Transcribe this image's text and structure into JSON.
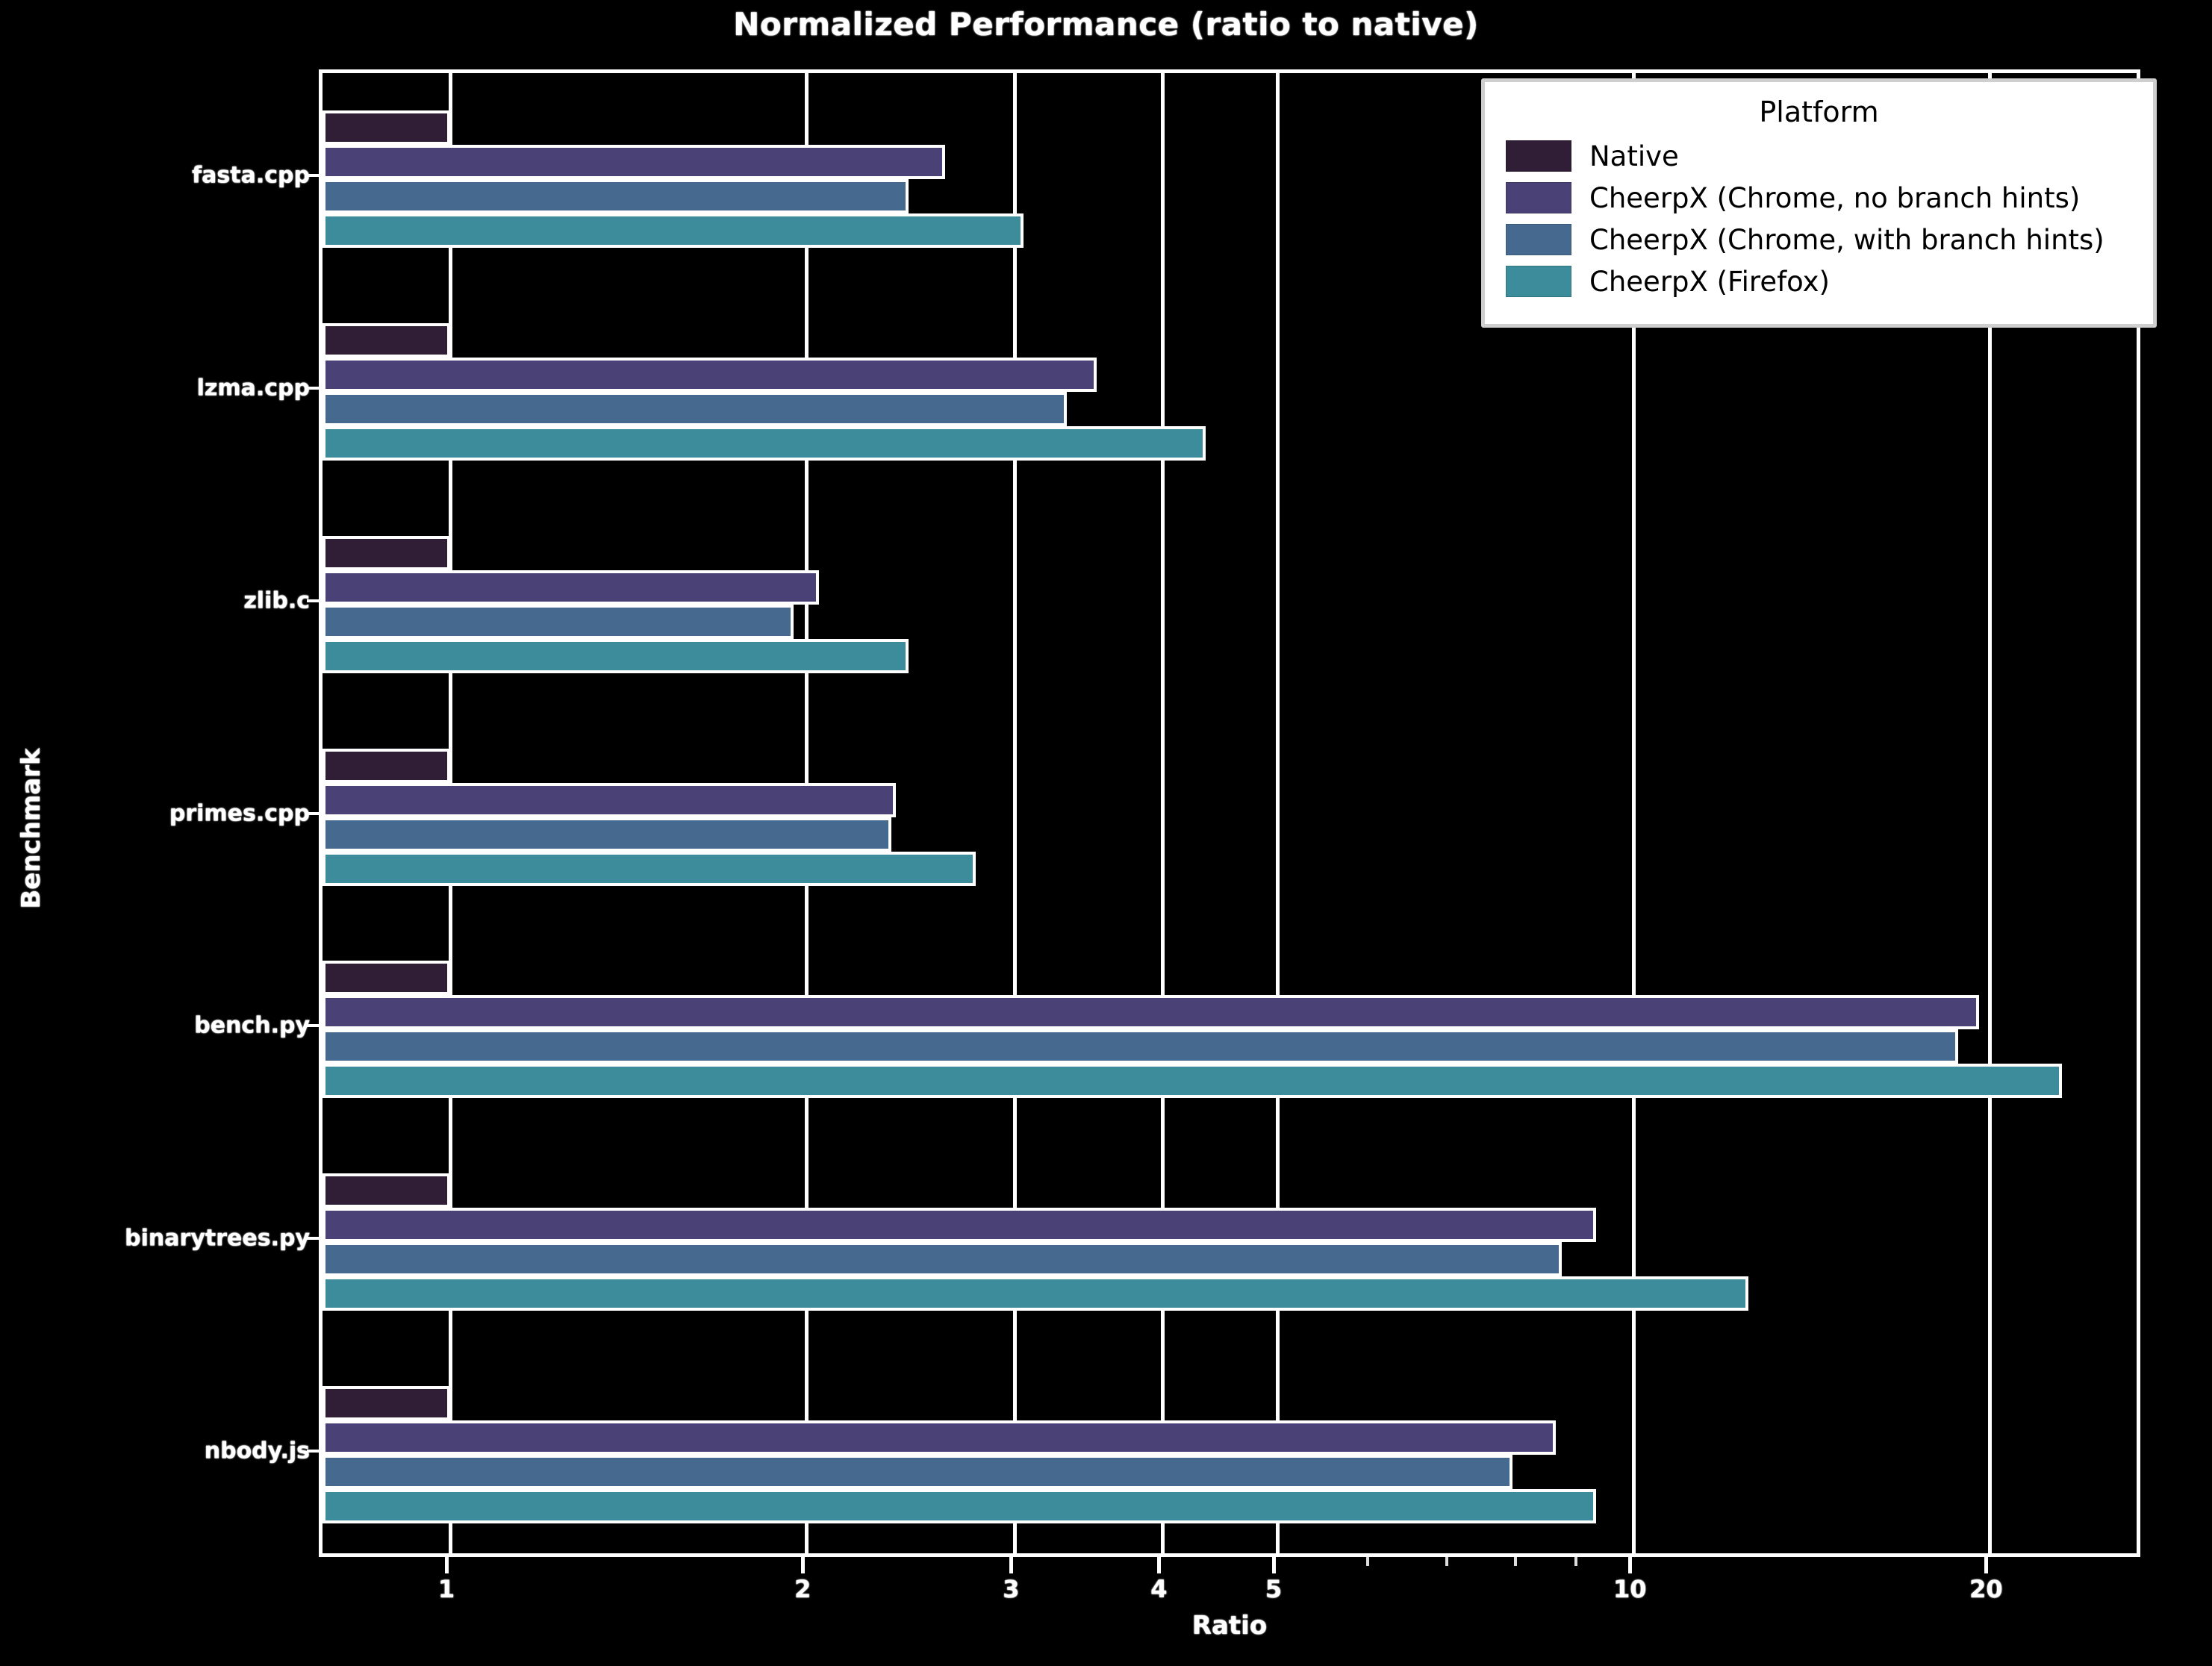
{
  "chart_data": {
    "type": "bar",
    "orientation": "horizontal",
    "title": "Normalized Performance (ratio to native)",
    "xlabel": "Ratio",
    "ylabel": "Benchmark",
    "xscale": "log",
    "xlim": [
      0.78,
      27.0
    ],
    "grid": true,
    "xticks": [
      1,
      2,
      3,
      4,
      5,
      10,
      20
    ],
    "xticklabels": [
      "1",
      "2",
      "3",
      "4",
      "5",
      "10",
      "20"
    ],
    "legend_position": "upper right",
    "legend_title": "Platform",
    "categories": [
      "fasta.cpp",
      "lzma.cpp",
      "zlib.c",
      "primes.cpp",
      "bench.py",
      "binarytrees.py",
      "nbody.js"
    ],
    "series": [
      {
        "name": "Native",
        "color": "#2f1e35",
        "values": [
          1.0,
          1.0,
          1.0,
          1.0,
          1.0,
          1.0,
          1.0
        ]
      },
      {
        "name": "CheerpX (Chrome, no branch hints)",
        "color": "#4a4276",
        "values": [
          2.62,
          3.52,
          2.05,
          2.38,
          19.6,
          9.3,
          8.6
        ]
      },
      {
        "name": "CheerpX (Chrome, with branch hints)",
        "color": "#46698f",
        "values": [
          2.44,
          3.32,
          1.95,
          2.36,
          18.8,
          8.7,
          7.9
        ]
      },
      {
        "name": "CheerpX (Firefox)",
        "color": "#3d8c9b",
        "values": [
          3.05,
          4.35,
          2.44,
          2.78,
          23.0,
          12.5,
          9.3
        ]
      }
    ]
  },
  "legend": {
    "title": "Platform",
    "entries": [
      {
        "label": "Native",
        "color": "#2f1e35"
      },
      {
        "label": "CheerpX (Chrome, no branch hints)",
        "color": "#4a4276"
      },
      {
        "label": "CheerpX (Chrome, with branch hints)",
        "color": "#46698f"
      },
      {
        "label": "CheerpX (Firefox)",
        "color": "#3d8c9b"
      }
    ]
  },
  "style": {
    "background": "#000000",
    "foreground": "#ffffff",
    "bar_edge": "#ffffff"
  }
}
